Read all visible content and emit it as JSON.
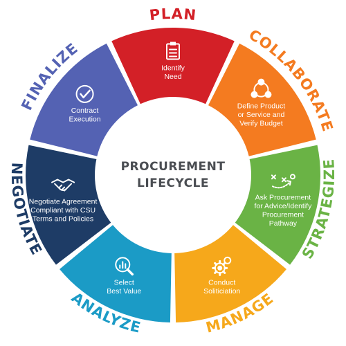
{
  "diagram": {
    "center": {
      "line1": "PROCUREMENT",
      "line2": "LIFECYCLE"
    },
    "stages": [
      {
        "label": "PLAN",
        "description": [
          "Identify",
          "Need"
        ],
        "color": "#d32027",
        "icon": "clipboard-icon"
      },
      {
        "label": "COLLABORATE",
        "description": [
          "Define Product",
          "or Service and",
          "Verify Budget"
        ],
        "color": "#f47b20",
        "icon": "collaboration-cycle-icon"
      },
      {
        "label": "STRATEGIZE",
        "description": [
          "Ask Procurement",
          "for Advice/Identify",
          "Procurement",
          "Pathway"
        ],
        "color": "#6ab345",
        "icon": "strategy-play-icon"
      },
      {
        "label": "MANAGE",
        "description": [
          "Conduct",
          "Soliticiation"
        ],
        "color": "#f6a81b",
        "icon": "gears-icon"
      },
      {
        "label": "ANALYZE",
        "description": [
          "Select",
          "Best Value"
        ],
        "color": "#1b9bc6",
        "icon": "chart-magnifier-icon"
      },
      {
        "label": "NEGOTIATE",
        "description": [
          "Negotiate Agreement",
          "Compliant with CSU",
          "Terms and Policies"
        ],
        "color": "#1e3c66",
        "icon": "handshake-icon"
      },
      {
        "label": "FINALIZE",
        "description": [
          "Contract",
          "Execution"
        ],
        "color": "#5462b3",
        "icon": "checkmark-icon"
      }
    ]
  }
}
